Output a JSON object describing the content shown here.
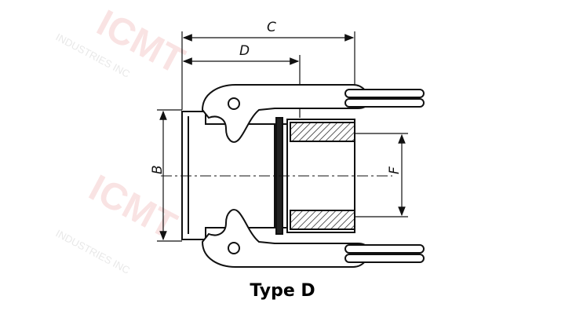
{
  "diagram": {
    "title": "Type D",
    "dimensions": {
      "c": "C",
      "d": "D",
      "b": "B",
      "f": "F"
    },
    "watermark": {
      "brand": "ICMT",
      "sub": "INDUSTRIES INC"
    }
  }
}
